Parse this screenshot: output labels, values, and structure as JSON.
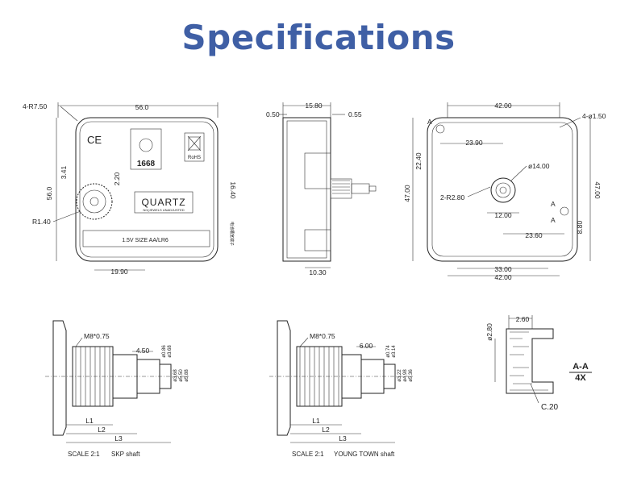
{
  "title": "Specifications",
  "front_view": {
    "corner_radius": "4-R7.50",
    "width": "56.0",
    "height": "56.0",
    "dim_3_41": "3.41",
    "dim_2_20": "2.20",
    "radius_r1_40": "R1.40",
    "dim_19_90": "19.90",
    "dim_16_40": "16.40",
    "battery_note": "电池槽宽端子",
    "model_number": "1668",
    "brand": "QUARTZ",
    "brand_sub": "NO(JEWELS UNADJUSTED",
    "battery_label": "1.5V SIZE AA/LR6",
    "ce_mark": "CE",
    "rohs_mark": "RoHS"
  },
  "side_view": {
    "dim_15_80": "15.80",
    "dim_0_50": "0.50",
    "dim_0_55": "0.55",
    "dim_10_30": "10.30"
  },
  "back_view": {
    "width_top": "42.00",
    "hole_label": "4-ø1.50",
    "dim_23_90": "23.90",
    "dim_22_40": "22.40",
    "dim_47_left": "47.00",
    "dim_47_right": "47.00",
    "diameter_14": "ø14.00",
    "radius_2_r2_80": "2-R2.80",
    "dim_12_00": "12.00",
    "dim_23_60": "23.60",
    "dim_8_80": "8.80",
    "dim_33_00": "33.00",
    "width_bottom": "42.00",
    "section_a1": "A",
    "section_a2": "A",
    "section_a3": "A"
  },
  "skp_shaft": {
    "thread": "M8*0.75",
    "dim_4_50": "4.50",
    "l1": "L1",
    "l2": "L2",
    "l3": "L3",
    "caption_scale": "SCALE  2:1",
    "caption_name": "SKP shaft",
    "diameters": [
      "ø0.86",
      "ø3.68",
      "ø3.68",
      "ø5.50",
      "ø5.88"
    ]
  },
  "young_town_shaft": {
    "thread": "M8*0.75",
    "dim_6_00": "6.00",
    "l1": "L1",
    "l2": "L2",
    "l3": "L3",
    "caption_scale": "SCALE  2:1",
    "caption_name": "YOUNG TOWN shaft",
    "diameters": [
      "ø0.74",
      "ø3.14",
      "ø3.22",
      "ø4.98",
      "ø5.36"
    ]
  },
  "section_detail": {
    "dim_2_60": "2.60",
    "dim_2_80": "ø2.80",
    "chamfer": "C.20",
    "label": "A-A",
    "scale": "4X"
  }
}
